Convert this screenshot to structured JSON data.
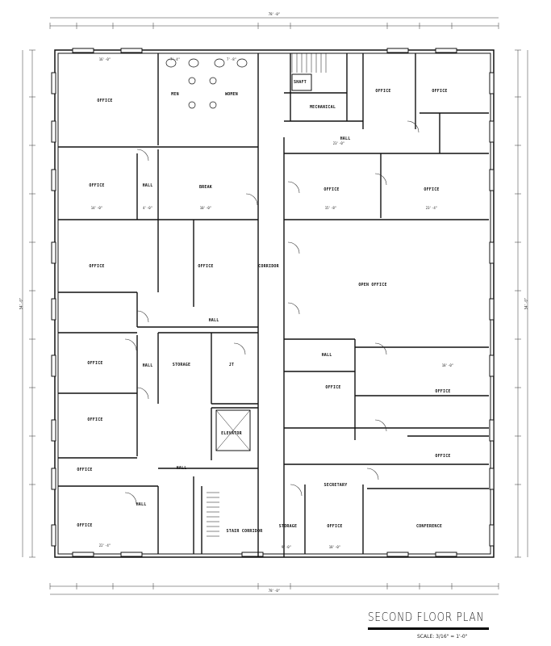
{
  "title": "SECOND FLOOR PLAN",
  "scale": "SCALE: 3/16\" = 1'-0\"",
  "rooms": [
    "OFFICE",
    "MEN",
    "WOMEN",
    "OFFICE",
    "HALL",
    "BREAK",
    "OFFICE",
    "OFFICE",
    "HALL",
    "OFFICE",
    "HALL",
    "STORAGE",
    "JT",
    "OFFICE",
    "ELEVATOR",
    "OFFICE",
    "HALL",
    "OFFICE",
    "HALL",
    "STAIR CORRIDOR",
    "CORRIDOR",
    "SHAFT",
    "MECHANICAL",
    "OFFICE",
    "OFFICE",
    "HALL",
    "OFFICE",
    "OFFICE",
    "OPEN OFFICE",
    "HALL",
    "OFFICE",
    "OFFICE",
    "OFFICE",
    "SECRETARY",
    "STORAGE",
    "OFFICE",
    "CONFERENCE"
  ],
  "dimensions": [
    "78'-0\"",
    "78'-0\"",
    "16'-0\"",
    "14'-0\"",
    "4'-0\"",
    "10'-0\"",
    "7'-4\"",
    "7'-8\"",
    "23'-0\"",
    "15'-8\"",
    "23'-4\"",
    "18'-0\"",
    "9'-0\"",
    "18'-0\"",
    "22'-4\"",
    "54'-0\"",
    "54'-0\""
  ]
}
